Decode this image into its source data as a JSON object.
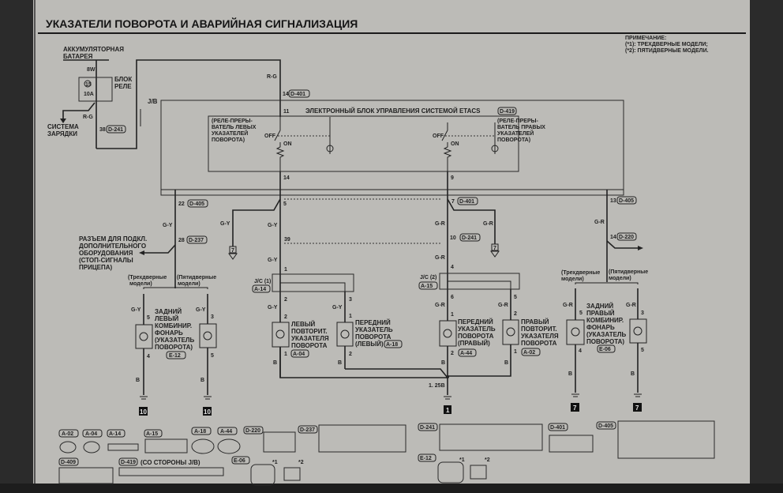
{
  "title": "УКАЗАТЕЛИ ПОВОРОТА И АВАРИЙНАЯ СИГНАЛИЗАЦИЯ",
  "note": [
    "ПРИМЕЧАНИЕ:",
    "(*1): ТРЕХДВЕРНЫЕ МОДЕЛИ;",
    "(*2): ПЯТИДВЕРНЫЕ МОДЕЛИ."
  ],
  "battery": {
    "label": [
      "АККУМУЛЯТОРНАЯ",
      "БАТАРЕЯ"
    ],
    "wire": "8W",
    "fuse_no": "15",
    "fuse_rating": "10A",
    "relay_block": [
      "БЛОК",
      "РЕЛЕ"
    ],
    "charging": [
      "СИСТЕМА",
      "ЗАРЯДКИ"
    ],
    "wire2": "R-G",
    "pin": "38",
    "connector": "D-241"
  },
  "jb": "J/B",
  "etacs": {
    "wire": "R-G",
    "pin_in": "14",
    "conn_in": "D-401",
    "pin_11": "11",
    "title": "ЭЛЕКТРОННЫЙ БЛОК УПРАВЛЕНИЯ СИСТЕМОЙ ETACS",
    "connector": "D-419",
    "left_relay": [
      "(РЕЛЕ-ПРЕРЫ-",
      "ВАТЕЛЬ ЛЕВЫХ",
      "УКАЗАТЕЛЕЙ",
      "ПОВОРОТА)"
    ],
    "right_relay": [
      "(РЕЛЕ-ПРЕРЫ-",
      "ВАТЕЛЬ ПРАВЫХ",
      "УКАЗАТЕЛЕЙ",
      "ПОВОРОТА)"
    ],
    "off": "OFF",
    "on": "ON",
    "pin_left_out": "14",
    "pin_right_out": "9"
  },
  "left_outer": {
    "pin1": "22",
    "conn1": "D-405",
    "wire": "G-Y",
    "pin2": "28",
    "conn2": "D-237",
    "trailer": [
      "РАЗЪЕМ ДЛЯ ПОДКЛ.",
      "ДОПОЛНИТЕЛЬНОГО",
      "ОБОРУДОВАНИЯ",
      "(СТОП-СИГНАЛЫ",
      "ПРИЦЕПА)"
    ],
    "three_door": [
      "(Трехдверные",
      "модели)"
    ],
    "five_door": [
      "(Пятидверные",
      "модели)"
    ],
    "lamp_label": [
      "ЗАДНИЙ",
      "ЛЕВЫЙ",
      "КОМБИНИР.",
      "ФОНАРЬ",
      "(УКАЗАТЕЛЬ",
      "ПОВОРОТА)"
    ],
    "lamp_conn": "E-12",
    "a": {
      "wire": "G-Y",
      "pin_in": "5",
      "pin_out": "4",
      "wire_out": "B",
      "ground": "10"
    },
    "b": {
      "wire": "G-Y",
      "pin_in": "3",
      "pin_out": "5",
      "wire_out": "B",
      "ground": "10"
    }
  },
  "left_center": {
    "pin5": "5",
    "branch_wire": "G-Y",
    "branch_ground": "7",
    "wire": "G-Y",
    "pin39": "39",
    "wire2": "G-Y",
    "pin1": "1",
    "jc": "J/C (1)",
    "jc_conn": "A-14",
    "a": {
      "pin_jc": "2",
      "wire": "G-Y",
      "pin_in": "2",
      "label": [
        "ЛЕВЫЙ",
        "ПОВТОРИТ.",
        "УКАЗАТЕЛЯ",
        "ПОВОРОТА"
      ],
      "conn": "A-04",
      "pin_out": "1",
      "wire_out": "B"
    },
    "b": {
      "pin_jc": "3",
      "wire": "G-Y",
      "pin_in": "1",
      "label": [
        "ПЕРЕДНИЙ",
        "УКАЗАТЕЛЬ",
        "ПОВОРОТА",
        "(ЛЕВЫЙ)"
      ],
      "conn": "A-18",
      "pin_out": "2",
      "wire_out": "B"
    }
  },
  "right_center": {
    "pin7": "7",
    "conn7": "D-401",
    "wire": "G-R",
    "branch_wire": "G-R",
    "branch_ground": "7",
    "pin10": "10",
    "conn10": "D-241",
    "wire2": "G-R",
    "pin4": "4",
    "jc": "J/C (2)",
    "jc_conn": "A-15",
    "a": {
      "pin_jc": "6",
      "wire": "G-R",
      "pin_in": "1",
      "label": [
        "ПЕРЕДНИЙ",
        "УКАЗАТЕЛЬ",
        "ПОВОРОТА",
        "(ПРАВЫЙ)"
      ],
      "conn": "A-44",
      "pin_out": "2",
      "wire_out": "B"
    },
    "b": {
      "pin_jc": "5",
      "wire": "G-R",
      "pin_in": "2",
      "label": [
        "ПРАВЫЙ",
        "ПОВТОРИТ.",
        "УКАЗАТЕЛЯ",
        "ПОВОРОТА"
      ],
      "conn": "A-02",
      "pin_out": "1",
      "wire_out": "B"
    },
    "ground_wire": "1. 25B",
    "ground": "1"
  },
  "right_outer": {
    "pin1": "13",
    "conn1": "D-405",
    "wire": "G-R",
    "pin2": "14",
    "conn2": "D-220",
    "three_door": [
      "(Трехдверные",
      "модели)"
    ],
    "five_door": [
      "(Пятидверные",
      "модели)"
    ],
    "lamp_label": [
      "ЗАДНИЙ",
      "ПРАВЫЙ",
      "КОМБИНИР.",
      "ФОНАРЬ",
      "(УКАЗАТЕЛЬ",
      "ПОВОРОТА)"
    ],
    "lamp_conn": "E-06",
    "a": {
      "wire": "G-R",
      "pin_in": "5",
      "pin_out": "4",
      "wire_out": "B",
      "ground": "7"
    },
    "b": {
      "wire": "G-R",
      "pin_in": "3",
      "pin_out": "5",
      "wire_out": "B",
      "ground": "7"
    }
  },
  "connectors": {
    "a02": "A-02",
    "a04": "A-04",
    "a14": "A-14",
    "a15": "A-15",
    "a18": "A-18",
    "a44": "A-44",
    "d220": "D-220",
    "d237": "D-237",
    "d241": "D-241",
    "d401": "D-401",
    "d405": "D-405",
    "d409": "D-409",
    "d419": "D-419",
    "d419_note": "(СО СТОРОНЫ J/B)",
    "e06": "E-06",
    "e12": "E-12",
    "star1": "*1",
    "star2": "*2"
  }
}
